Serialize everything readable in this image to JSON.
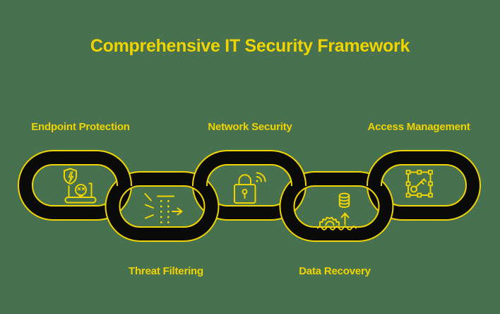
{
  "title": "Comprehensive IT Security Framework",
  "colors": {
    "background": "#48714F",
    "accent_yellow": "#F0D400",
    "chain_black": "#0A0A08"
  },
  "chain": {
    "links": [
      {
        "label": "Endpoint Protection",
        "label_position": "top",
        "icon": "endpoint-protection-icon"
      },
      {
        "label": "Threat Filtering",
        "label_position": "bottom",
        "icon": "threat-filtering-icon"
      },
      {
        "label": "Network Security",
        "label_position": "top",
        "icon": "network-security-icon"
      },
      {
        "label": "Data Recovery",
        "label_position": "bottom",
        "icon": "data-recovery-icon"
      },
      {
        "label": "Access Management",
        "label_position": "top",
        "icon": "access-management-icon"
      }
    ]
  }
}
